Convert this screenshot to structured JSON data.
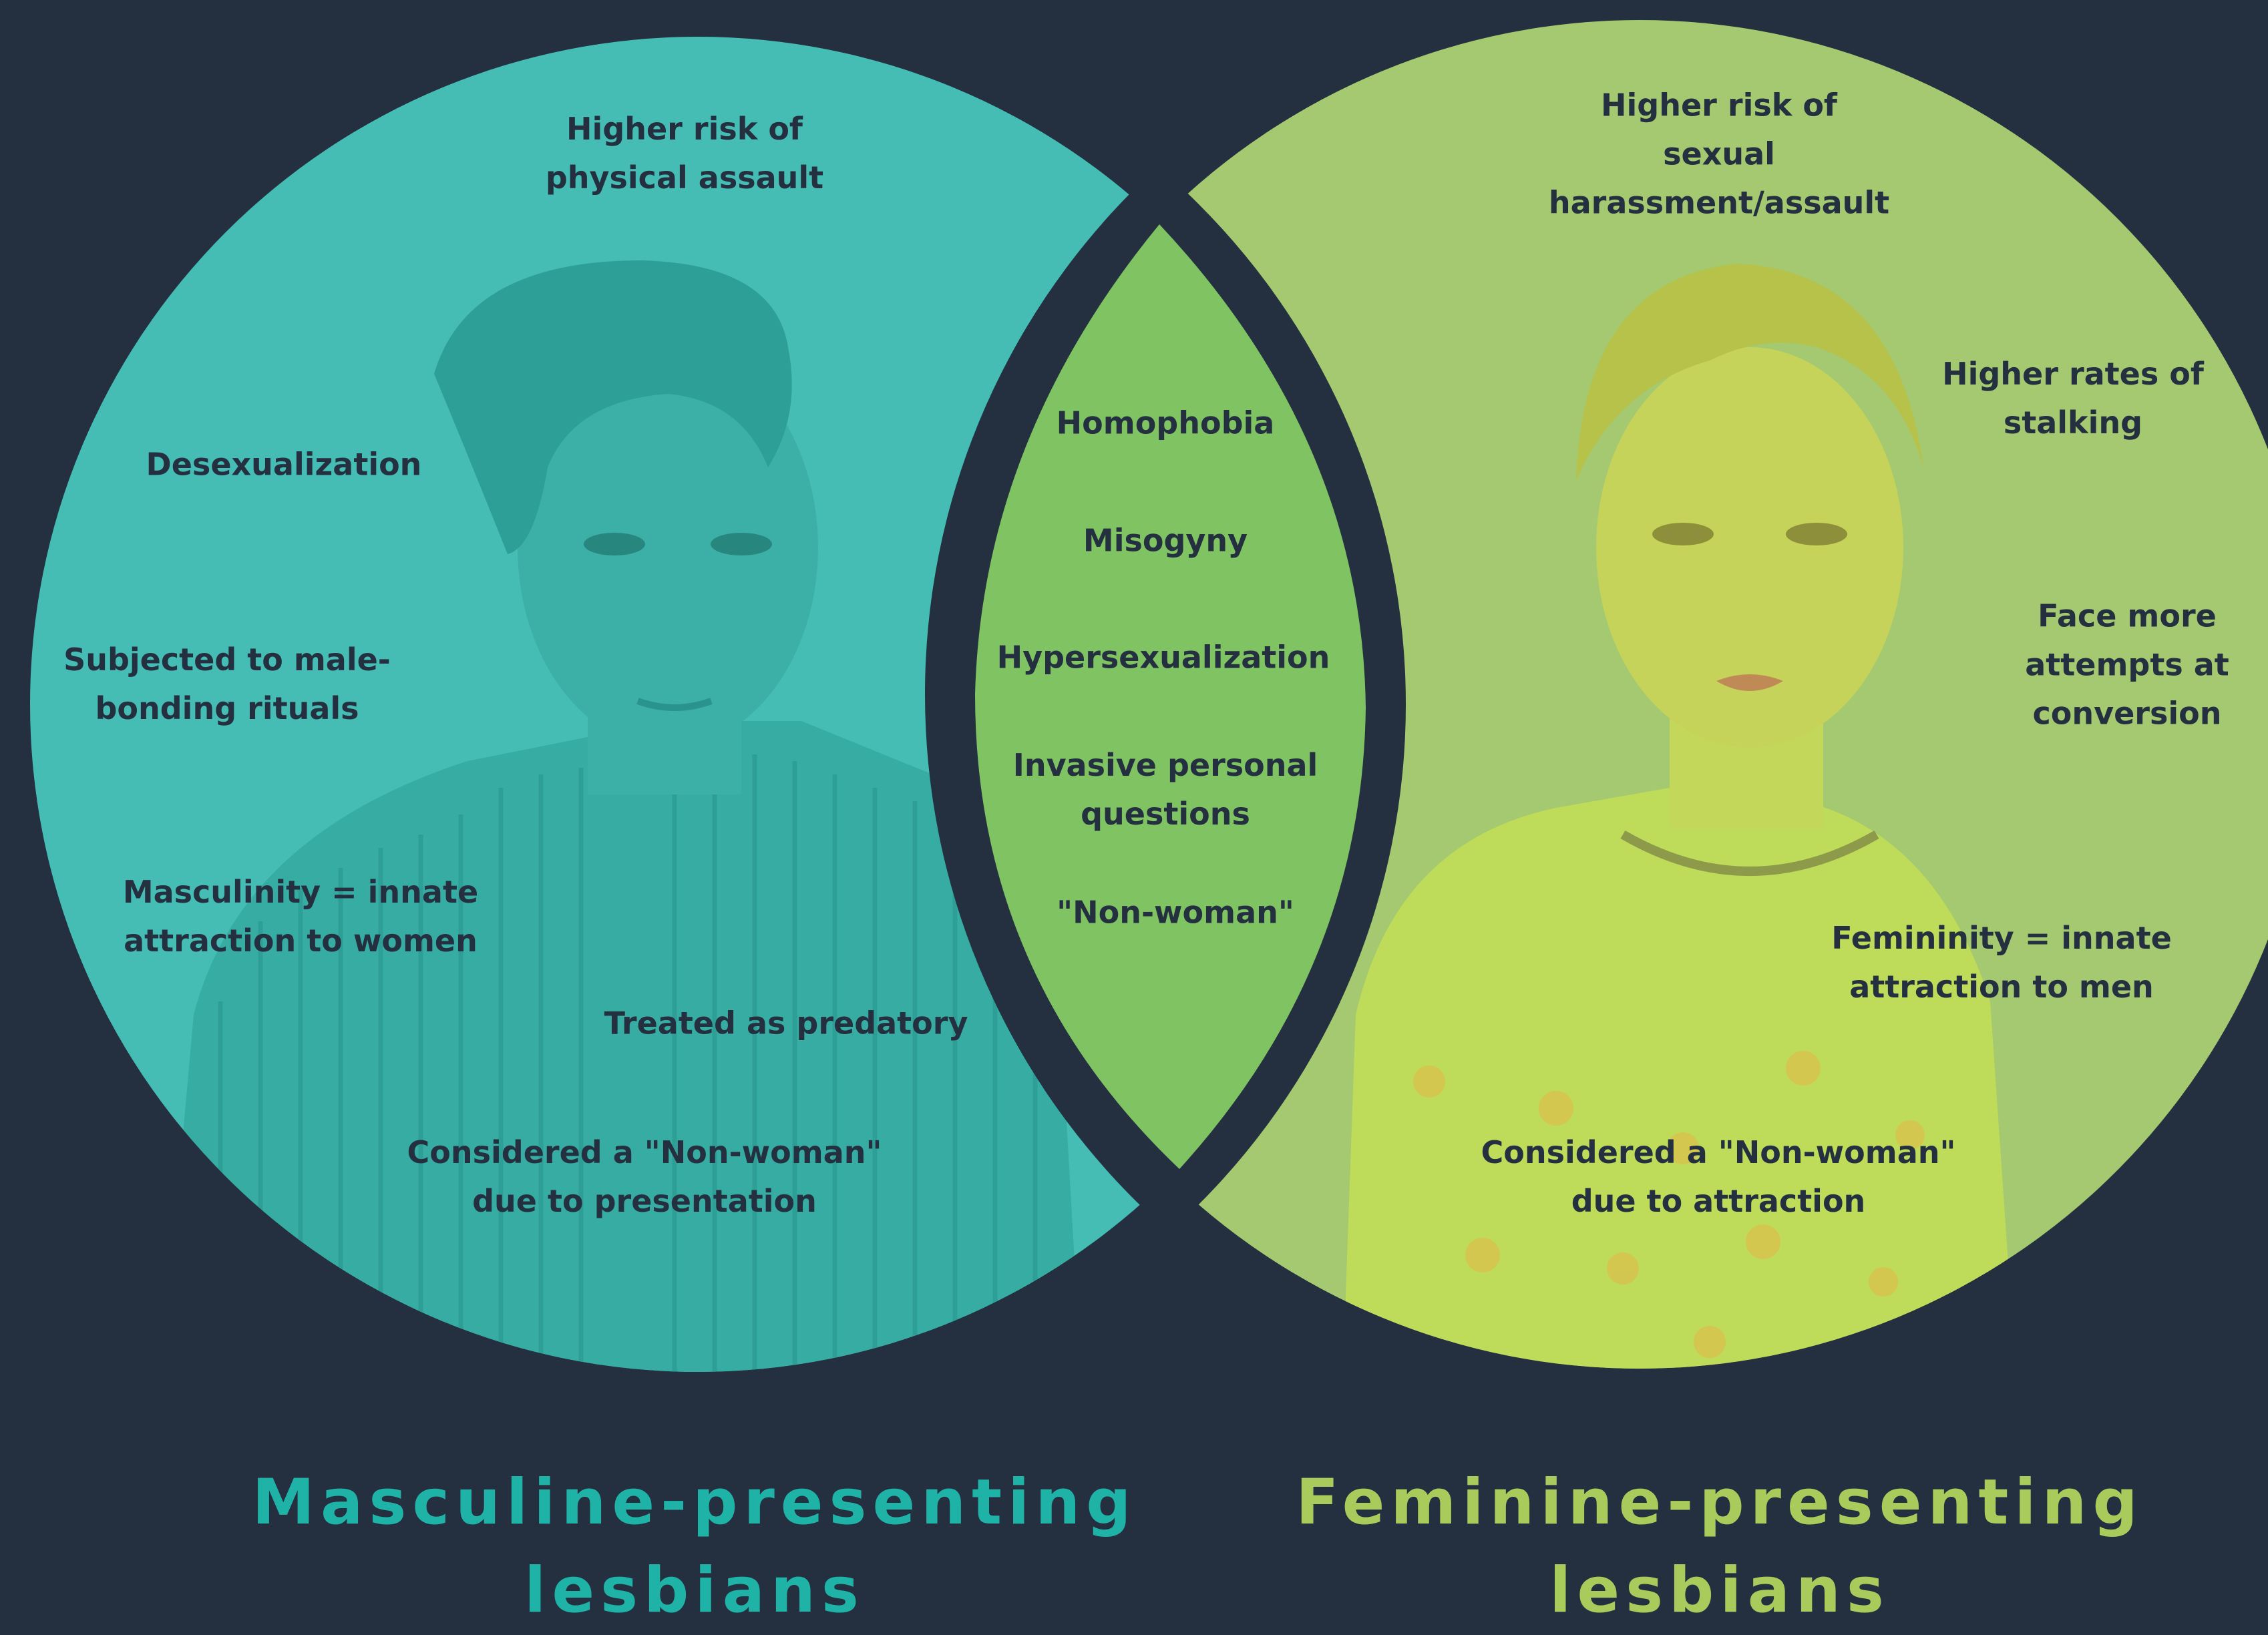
{
  "colors": {
    "background": "#243040",
    "left_circle": "#45bdb4",
    "right_circle": "#a4c970",
    "overlap": "#7fc363",
    "text": "#243040",
    "left_caption": "#1fb3a8",
    "right_caption": "#a8cb5c"
  },
  "left": {
    "caption": "Masculine-presenting\nlesbians",
    "items": [
      "Higher risk of\nphysical assault",
      "Desexualization",
      "Subjected to male-\nbonding rituals",
      "Masculinity = innate\nattraction to women",
      "Treated as predatory",
      "Considered a \"Non-woman\"\ndue to presentation"
    ]
  },
  "right": {
    "caption": "Feminine-presenting\nlesbians",
    "items": [
      "Higher risk of\nsexual\nharassment/assault",
      "Higher rates of\nstalking",
      "Face more\nattempts at\nconversion",
      "Femininity = innate\nattraction to men",
      "Considered a \"Non-woman\"\ndue to attraction"
    ]
  },
  "shared": {
    "items": [
      "Homophobia",
      "Misogyny",
      "Hypersexualization",
      "Invasive personal\nquestions",
      "\"Non-woman\""
    ]
  }
}
